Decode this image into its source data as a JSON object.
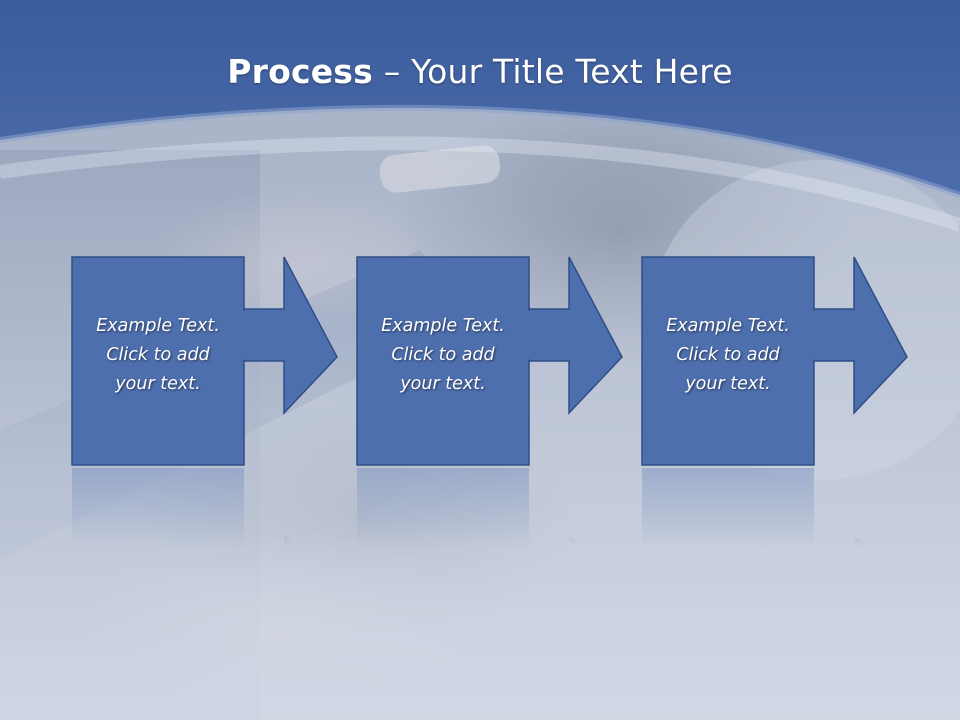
{
  "slide": {
    "title_bold": "Process",
    "title_dash": " – ",
    "title_rest": "Your Title Text Here"
  },
  "steps": [
    {
      "lines": [
        "Example Text.",
        "Click  to add",
        "your text."
      ]
    },
    {
      "lines": [
        "Example Text.",
        "Click  to add",
        "your text."
      ]
    },
    {
      "lines": [
        "Example Text.",
        "Click  to add",
        "your text."
      ]
    }
  ],
  "colors": {
    "header": "#4a6aa9",
    "box_fill": "#4e6fae",
    "box_border": "#2f4e86",
    "background": "#c9d2e0"
  }
}
